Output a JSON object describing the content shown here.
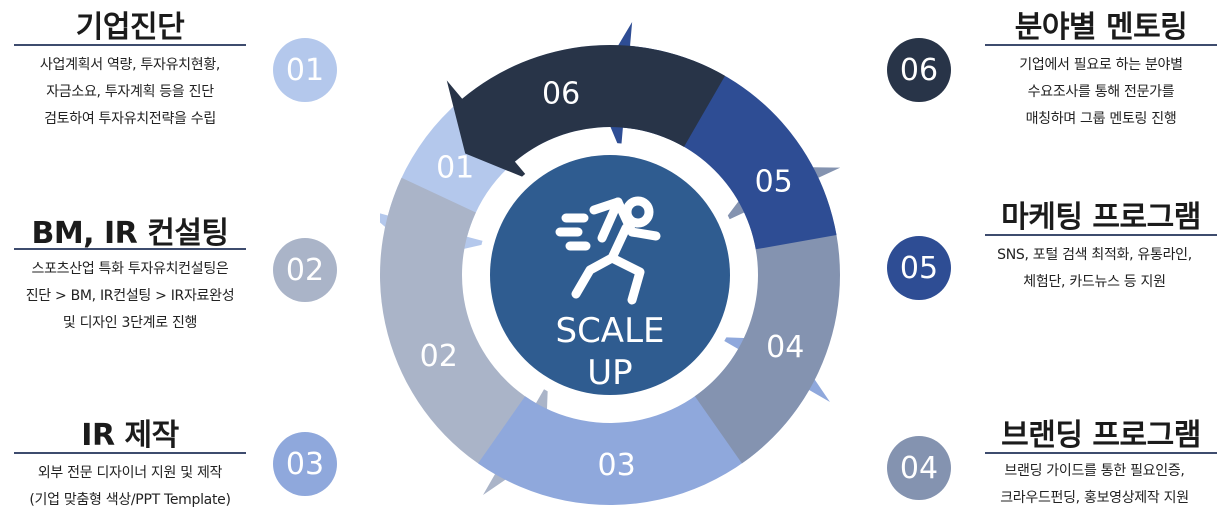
{
  "items": [
    {
      "num": "01",
      "title": "기업진단",
      "lines": [
        "사업계획서 역량, 투자유치현황,",
        "자금소요, 투자계획 등을 진단",
        "검토하여 투자유치전략을 수립"
      ],
      "color": "#b4c8ec"
    },
    {
      "num": "02",
      "title": "BM, IR 컨설팅",
      "lines": [
        "스포츠산업 특화 투자유치컨설팅은",
        "진단 > BM, IR컨설팅 > IR자료완성",
        "및 디자인 3단계로 진행"
      ],
      "color": "#aab4c8"
    },
    {
      "num": "03",
      "title": "IR 제작",
      "lines": [
        "외부 전문 디자이너 지원 및 제작",
        "(기업 맞춤형 색상/PPT Template)"
      ],
      "color": "#8fa8dc"
    },
    {
      "num": "04",
      "title": "브랜딩 프로그램",
      "lines": [
        "브랜딩 가이드를 통한 필요인증,",
        "크라우드펀딩, 홍보영상제작 지원"
      ],
      "color": "#8493b0"
    },
    {
      "num": "05",
      "title": "마케팅 프로그램",
      "lines": [
        "SNS, 포털 검색 최적화, 유통라인,",
        "체험단, 카드뉴스 등 지원"
      ],
      "color": "#2e4d94"
    },
    {
      "num": "06",
      "title": "분야별 멘토링",
      "lines": [
        "기업에서 필요로 하는 분야별",
        "수요조사를 통해 전문가를",
        "매칭하며 그룹 멘토링 진행"
      ],
      "color": "#283448"
    }
  ],
  "center": {
    "line1": "SCALE",
    "line2": "UP",
    "icon": "running-person-icon",
    "color": "#2f5c90"
  },
  "cycle_labels": [
    "01",
    "02",
    "03",
    "04",
    "05",
    "06"
  ]
}
